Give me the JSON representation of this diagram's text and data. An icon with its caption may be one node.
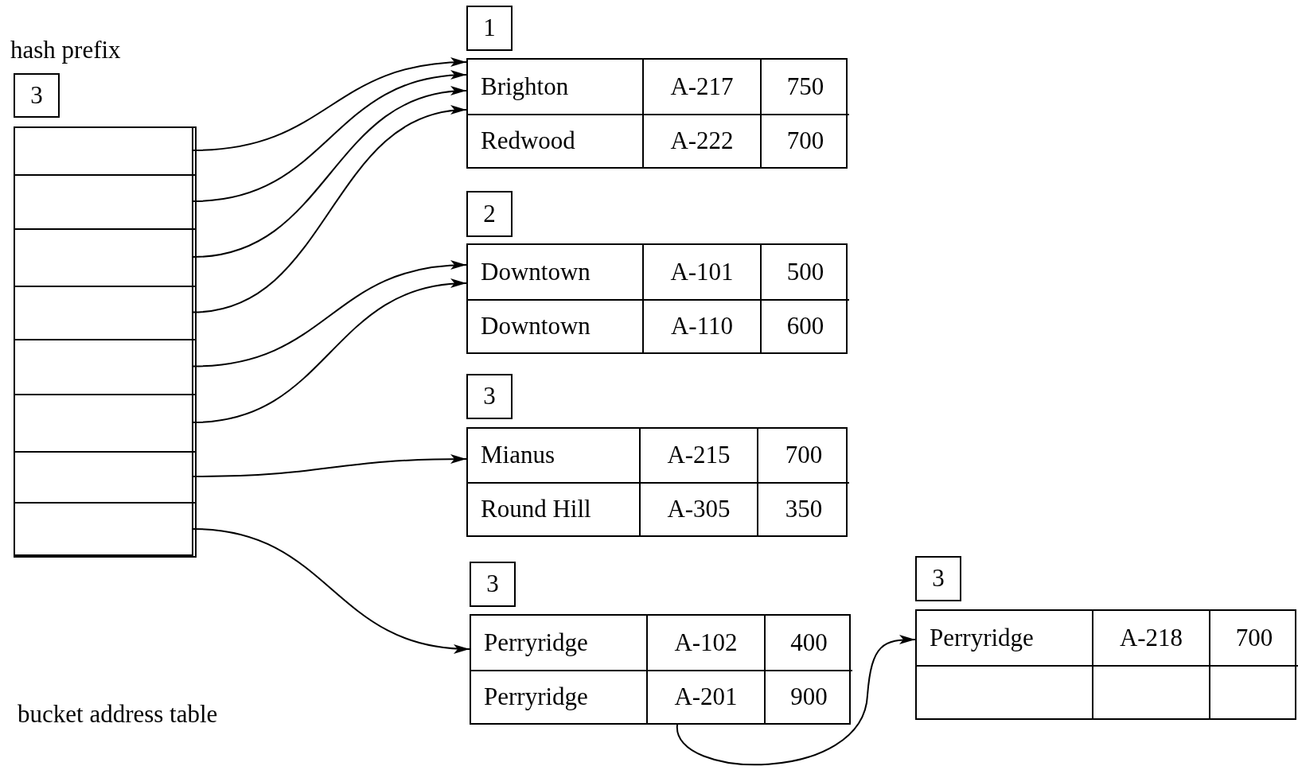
{
  "diagram": {
    "nodes": [
      {
        "text": [
          "3"
        ]
      },
      {
        "text": [],
        "shape": "box"
      },
      {
        "text": [],
        "shape": "box",
        "in": 1
      },
      {
        "text": [],
        "shape": "box",
        "in": 1
      },
      {
        "text": [],
        "shape": "box",
        "in": 1
      },
      {
        "text": [],
        "shape": "box",
        "in": 1
      },
      {
        "text": [],
        "shape": "box",
        "in": 1
      },
      {
        "text": [],
        "shape": "box",
        "in": 1
      },
      {
        "text": [],
        "shape": "box",
        "in": 1
      },
      {
        "text": [],
        "shape": "box",
        "in": 1
      },
      {
        "text": [
          "1"
        ]
      },
      {
        "text": [
          "Brighton",
          "A-217",
          "750",
          "Redwood",
          "A-222",
          "700"
        ]
      },
      {
        "text": [
          "2"
        ]
      },
      {
        "text": [
          "Downtown",
          "A-101",
          "500",
          "Downtown",
          "A-110",
          "600"
        ]
      },
      {
        "text": [
          "3"
        ]
      },
      {
        "text": [
          "Mianus",
          "A-215",
          "700",
          "Round Hill",
          "A-305",
          "350"
        ]
      },
      {
        "text": [
          "3"
        ]
      },
      {
        "text": [
          "Perryridge",
          "A-102",
          "400",
          "Perryridge",
          "A-201",
          "900"
        ]
      },
      {
        "text": [
          "3"
        ]
      },
      {
        "text": [
          "Perryridge",
          "A-218",
          "700"
        ]
      }
    ],
    "edges": [
      {
        "from": 2,
        "to": 11,
        "arrow": "to"
      },
      {
        "from": 3,
        "to": 11,
        "arrow": "to"
      },
      {
        "from": 4,
        "to": 11,
        "arrow": "to"
      },
      {
        "from": 5,
        "to": 11,
        "arrow": "to"
      },
      {
        "from": 6,
        "to": 13,
        "arrow": "to"
      },
      {
        "from": 7,
        "to": 13,
        "arrow": "to"
      },
      {
        "from": 8,
        "to": 15,
        "arrow": "to"
      },
      {
        "from": 9,
        "to": 17,
        "arrow": "to"
      },
      {
        "from": 17,
        "to": 19,
        "arrow": "to"
      }
    ],
    "labels": [
      "hash prefix",
      "bucket address table"
    ]
  }
}
